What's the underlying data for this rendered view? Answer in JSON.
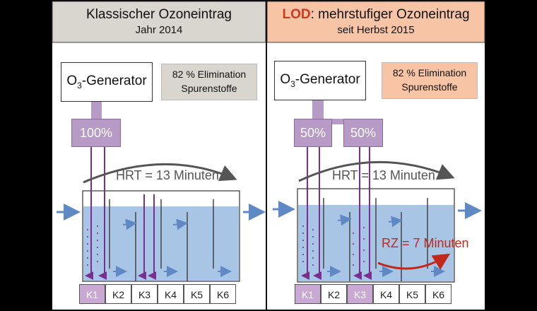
{
  "left": {
    "title": "Klassischer Ozoneintrag",
    "subtitle": "Jahr 2014",
    "generator": {
      "prefix": "O",
      "sub": "3",
      "suffix": "-Generator"
    },
    "elimination": [
      "82 % Elimination",
      "Spurenstoffe"
    ],
    "ozone_split": [
      "100%"
    ],
    "hrt": "HRT = 13 Minuten",
    "chambers": [
      {
        "label": "K1",
        "ozone": true
      },
      {
        "label": "K2",
        "ozone": false
      },
      {
        "label": "K3",
        "ozone": false
      },
      {
        "label": "K4",
        "ozone": false
      },
      {
        "label": "K5",
        "ozone": false
      },
      {
        "label": "K6",
        "ozone": false
      }
    ]
  },
  "right": {
    "title_highlight": "LOD",
    "title": ": mehrstufiger Ozoneintrag",
    "subtitle": "seit Herbst 2015",
    "generator": {
      "prefix": "O",
      "sub": "3",
      "suffix": "-Generator"
    },
    "elimination": [
      "82 % Elimination",
      "Spurenstoffe"
    ],
    "ozone_split": [
      "50%",
      "50%"
    ],
    "hrt": "HRT = 13 Minuten",
    "rz": "RZ = 7 Minuten",
    "chambers": [
      {
        "label": "K1",
        "ozone": true
      },
      {
        "label": "K2",
        "ozone": false
      },
      {
        "label": "K3",
        "ozone": true
      },
      {
        "label": "K4",
        "ozone": false
      },
      {
        "label": "K5",
        "ozone": false
      },
      {
        "label": "K6",
        "ozone": false
      }
    ]
  },
  "colors": {
    "left_header": "#d9d5cf",
    "right_header": "#f7c4a6",
    "water": "#a9c5e6",
    "ozone": "#7a2f8e",
    "flow_arrow": "#5f89c4",
    "rz_arrow": "#c0281c"
  }
}
